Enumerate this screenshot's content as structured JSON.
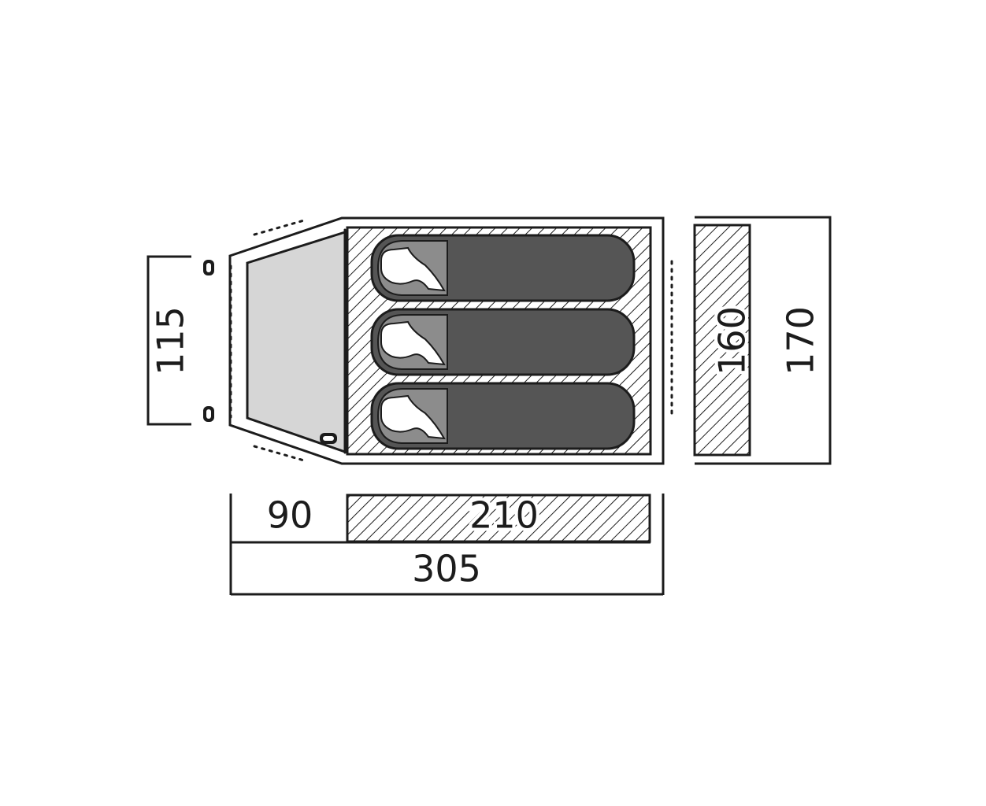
{
  "dimensions": {
    "vestibule_width": "90",
    "inner_tent_length": "210",
    "total_length": "305",
    "vestibule_entrance_width": "115",
    "inner_tent_width": "160",
    "total_width": "170"
  },
  "colors": {
    "outline": "#1c1c1c",
    "vestibule_fill": "#d6d6d6",
    "sleeping_bag": "#555555",
    "bag_head": "#8c8c8c",
    "hatch": "#1c1c1c"
  },
  "sleeping_bags": 3,
  "icons": [
    "tent-pole-peg-icon",
    "sleeping-bag-icon",
    "person-head-icon"
  ]
}
